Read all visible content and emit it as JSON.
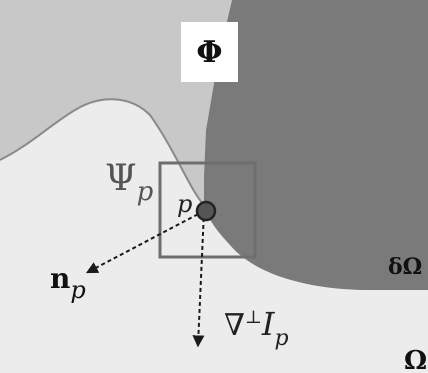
{
  "labels": {
    "phi": "Φ",
    "psi": "Ψ",
    "psi_sub": "p",
    "point": "p",
    "normal": "n",
    "normal_sub": "p",
    "isophote_nabla": "∇",
    "isophote_perp": "⊥",
    "isophote_I": "I",
    "isophote_sub": "p",
    "boundary_delta": "δΩ",
    "omega": "Ω"
  },
  "colors": {
    "source_region": "#c8c8c8",
    "target_region": "#ececec",
    "fill_front": "#7a7a7a",
    "frame_gray": "#7a7a7a",
    "contour": "#8a8a8a",
    "arrow": "#1a1a1a",
    "text": "#2a2a2a",
    "phi_box": "#ffffff"
  }
}
